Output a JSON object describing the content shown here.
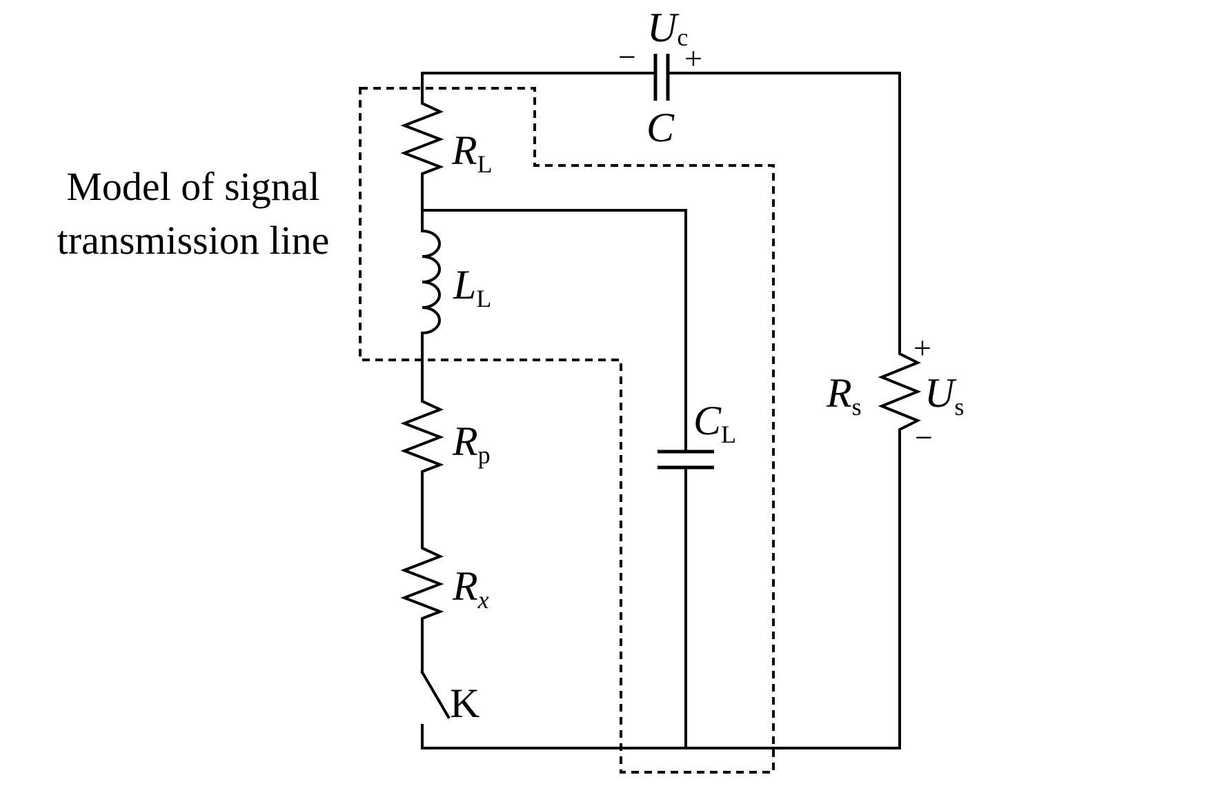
{
  "annotation": {
    "line1": "Model of signal",
    "line2": "transmission line"
  },
  "components": {
    "RL": {
      "symbol": "R",
      "subscript": "L"
    },
    "LL": {
      "symbol": "L",
      "subscript": "L"
    },
    "Rp": {
      "symbol": "R",
      "subscript": "p"
    },
    "Rx": {
      "symbol": "R",
      "subscript": "x"
    },
    "K": {
      "label": "K"
    },
    "CL": {
      "symbol": "C",
      "subscript": "L"
    },
    "C": {
      "symbol": "C"
    },
    "Uc": {
      "symbol": "U",
      "subscript": "c",
      "plus": "+",
      "minus": "−"
    },
    "Rs": {
      "symbol": "R",
      "subscript": "s"
    },
    "Us": {
      "symbol": "U",
      "subscript": "s",
      "plus": "+",
      "minus": "−"
    }
  }
}
